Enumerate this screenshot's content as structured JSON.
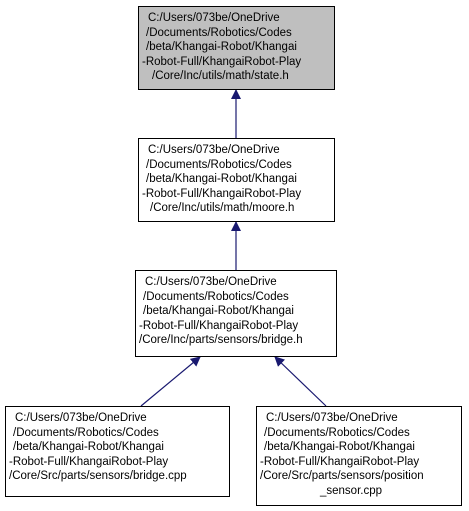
{
  "nodes": [
    {
      "id": "state_h",
      "lines": [
        "C:/Users/073be/OneDrive",
        "/Documents/Robotics/Codes",
        "/beta/Khangai-Robot/Khangai",
        "-Robot-Full/KhangaiRobot-Play",
        "/Core/Inc/utils/math/state.h"
      ],
      "highlighted": true
    },
    {
      "id": "moore_h",
      "lines": [
        "C:/Users/073be/OneDrive",
        "/Documents/Robotics/Codes",
        "/beta/Khangai-Robot/Khangai",
        "-Robot-Full/KhangaiRobot-Play",
        "/Core/Inc/utils/math/moore.h"
      ],
      "highlighted": false
    },
    {
      "id": "bridge_h",
      "lines": [
        "C:/Users/073be/OneDrive",
        "/Documents/Robotics/Codes",
        "/beta/Khangai-Robot/Khangai",
        "-Robot-Full/KhangaiRobot-Play",
        "/Core/Inc/parts/sensors/bridge.h"
      ],
      "highlighted": false
    },
    {
      "id": "bridge_cpp",
      "lines": [
        "C:/Users/073be/OneDrive",
        "/Documents/Robotics/Codes",
        "/beta/Khangai-Robot/Khangai",
        "-Robot-Full/KhangaiRobot-Play",
        "/Core/Src/parts/sensors/bridge.cpp"
      ],
      "highlighted": false
    },
    {
      "id": "position_sensor_cpp",
      "lines": [
        "C:/Users/073be/OneDrive",
        "/Documents/Robotics/Codes",
        "/beta/Khangai-Robot/Khangai",
        "-Robot-Full/KhangaiRobot-Play",
        "/Core/Src/parts/sensors/position",
        "_sensor.cpp"
      ],
      "highlighted": false
    }
  ],
  "edges": [
    {
      "from": "moore_h",
      "to": "state_h"
    },
    {
      "from": "bridge_h",
      "to": "moore_h"
    },
    {
      "from": "bridge_cpp",
      "to": "bridge_h"
    },
    {
      "from": "position_sensor_cpp",
      "to": "bridge_h"
    }
  ],
  "colors": {
    "highlight_fill": "#bfbfbf",
    "border": "#000000",
    "edge": "#191970"
  }
}
